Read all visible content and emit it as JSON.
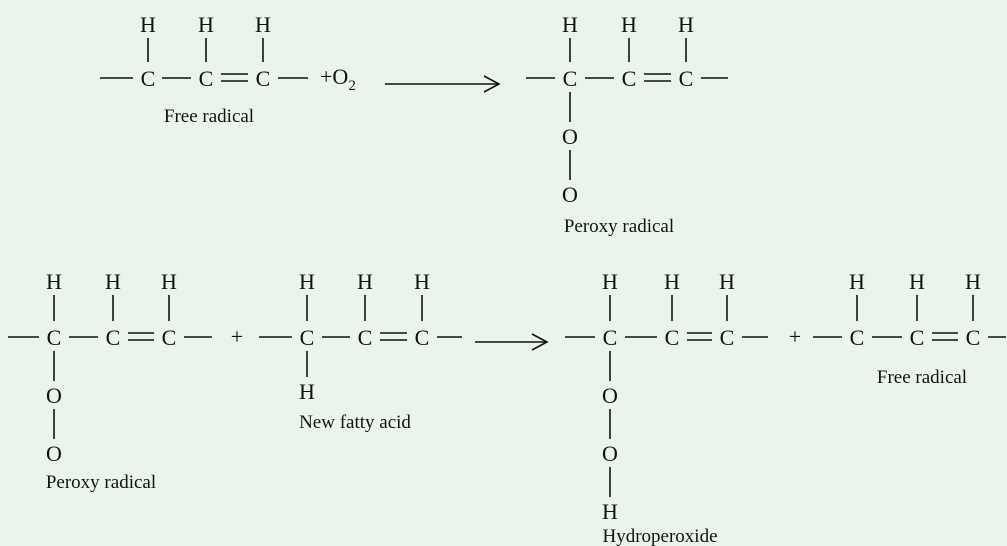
{
  "atoms": {
    "carbon": "C",
    "hydrogen": "H",
    "oxygen": "O"
  },
  "oxygen_reagent": {
    "prefix": "+",
    "symbol": "O",
    "subscript": "2"
  },
  "plus_sign": "+",
  "labels": {
    "free_radical_1": "Free radical",
    "peroxy_radical_1": "Peroxy radical",
    "peroxy_radical_2": "Peroxy radical",
    "new_fatty_acid": "New fatty acid",
    "hydroperoxide": "Hydroperoxide",
    "free_radical_2": "Free radical"
  },
  "colors": {
    "background": "#e9f5ea",
    "ink": "#111111"
  }
}
